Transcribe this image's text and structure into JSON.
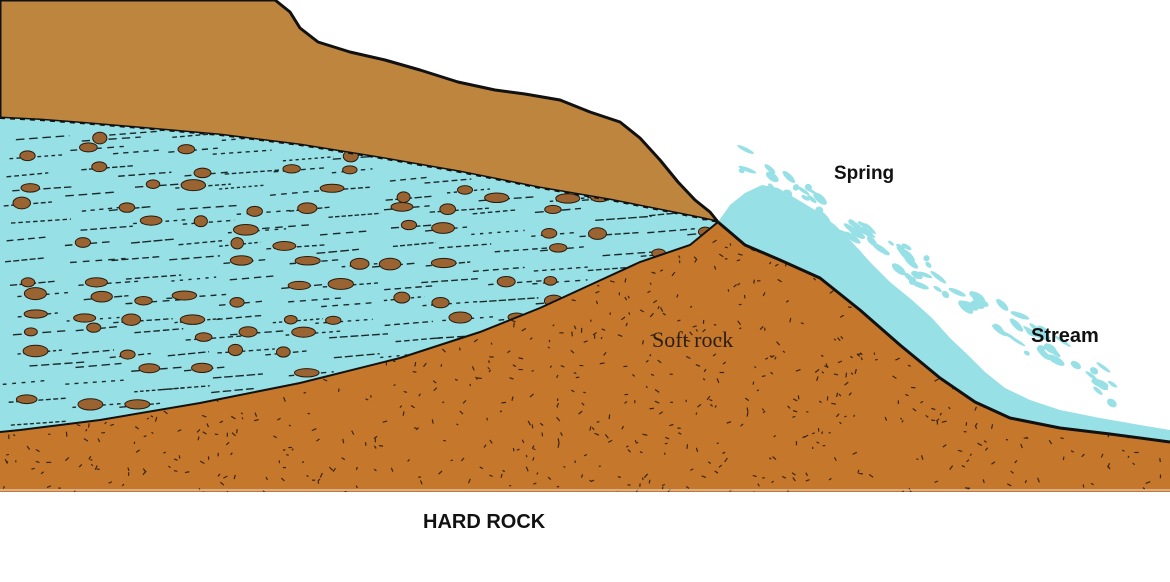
{
  "labels": {
    "spring": "Spring",
    "stream": "Stream",
    "soft_rock": "Soft rock",
    "hard_rock": "HARD ROCK"
  },
  "colors": {
    "upper_rock": "#bd853e",
    "soft_rock": "#c5782b",
    "water": "#97e0e6",
    "pebble": "#9a6432",
    "outline": "#111111",
    "background": "#ffffff"
  }
}
